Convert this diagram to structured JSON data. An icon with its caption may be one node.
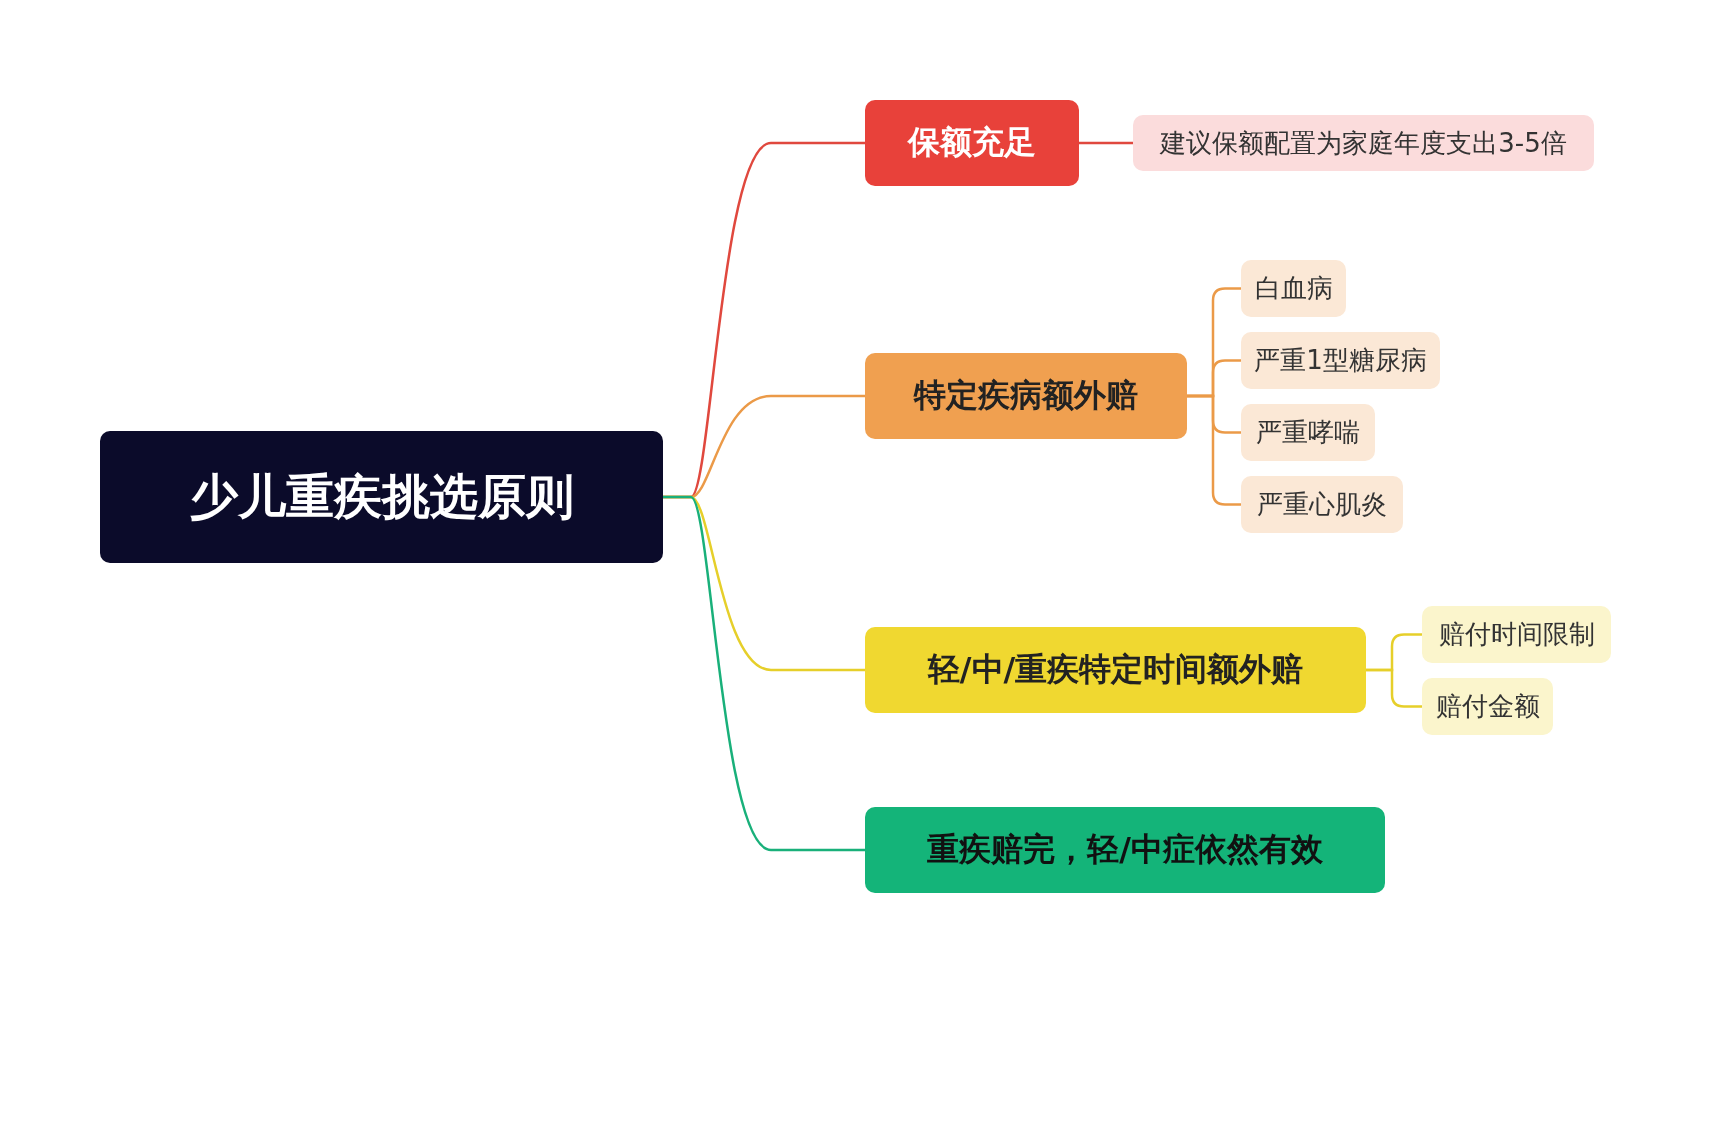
{
  "diagram": {
    "nodes": [
      {
        "text": [
          "少儿重疾挑选原则"
        ]
      },
      {
        "text": [
          "保额充足"
        ]
      },
      {
        "text": [
          "建议保额配置为家庭年度支出3-5倍"
        ]
      },
      {
        "text": [
          "特定疾病额外赔"
        ]
      },
      {
        "text": [
          "白血病"
        ]
      },
      {
        "text": [
          "严重1型糖尿病"
        ]
      },
      {
        "text": [
          "严重哮喘"
        ]
      },
      {
        "text": [
          "严重心肌炎"
        ]
      },
      {
        "text": [
          "轻/中/重疾特定时间额外赔"
        ]
      },
      {
        "text": [
          "赔付时间限制"
        ]
      },
      {
        "text": [
          "赔付金额"
        ]
      },
      {
        "text": [
          "重疾赔完，轻/中症依然有效"
        ]
      }
    ],
    "edges": [
      {
        "from": 0,
        "to": 1,
        "arrow": "none",
        "color": "#e0483e"
      },
      {
        "from": 0,
        "to": 3,
        "arrow": "none",
        "color": "#eb9a48"
      },
      {
        "from": 0,
        "to": 8,
        "arrow": "none",
        "color": "#e6cf2a"
      },
      {
        "from": 0,
        "to": 11,
        "arrow": "none",
        "color": "#19b07a"
      },
      {
        "from": 1,
        "to": 2,
        "arrow": "none",
        "color": "#e0483e"
      },
      {
        "from": 3,
        "to": 4,
        "arrow": "none",
        "color": "#eb9a48"
      },
      {
        "from": 3,
        "to": 5,
        "arrow": "none",
        "color": "#eb9a48"
      },
      {
        "from": 3,
        "to": 6,
        "arrow": "none",
        "color": "#eb9a48"
      },
      {
        "from": 3,
        "to": 7,
        "arrow": "none",
        "color": "#eb9a48"
      },
      {
        "from": 8,
        "to": 9,
        "arrow": "none",
        "color": "#e6cf2a"
      },
      {
        "from": 8,
        "to": 10,
        "arrow": "none",
        "color": "#e6cf2a"
      }
    ]
  }
}
